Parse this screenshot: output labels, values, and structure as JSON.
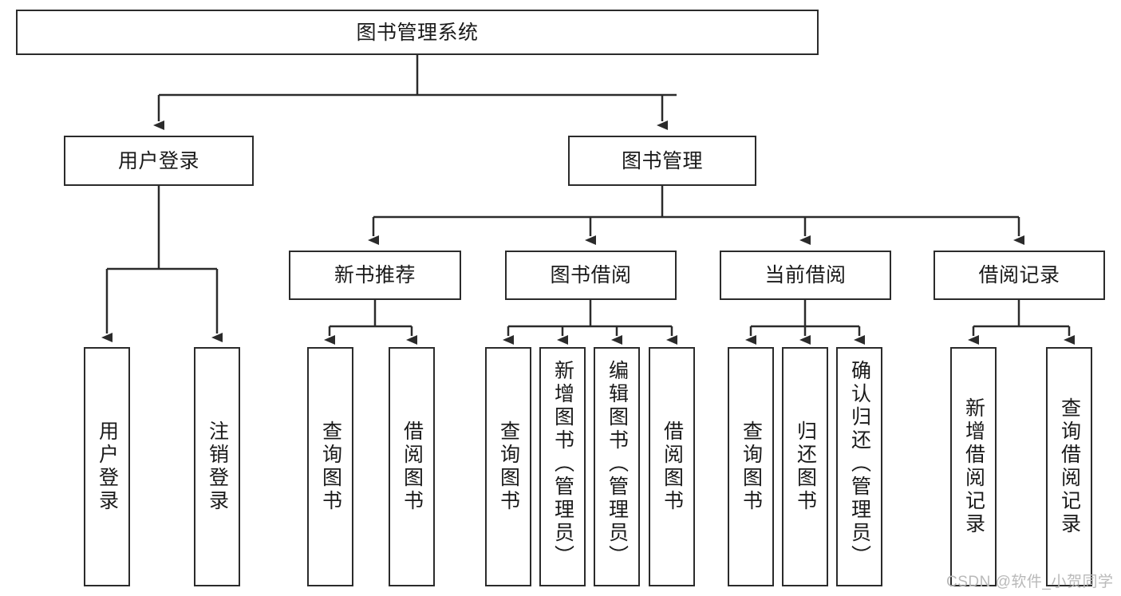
{
  "diagram": {
    "title": "图书管理系统",
    "type": "tree",
    "root": {
      "label": "图书管理系统"
    },
    "level2": [
      {
        "label": "用户登录"
      },
      {
        "label": "图书管理"
      }
    ],
    "level3": [
      {
        "label": "新书推荐"
      },
      {
        "label": "图书借阅"
      },
      {
        "label": "当前借阅"
      },
      {
        "label": "借阅记录"
      }
    ],
    "leaves": {
      "user_login": [
        {
          "label": "用户登录"
        },
        {
          "label": "注销登录"
        }
      ],
      "new_book": [
        {
          "label": "查询图书"
        },
        {
          "label": "借阅图书"
        }
      ],
      "borrow_book": [
        {
          "label": "查询图书"
        },
        {
          "label": "新增图书（管理员）"
        },
        {
          "label": "编辑图书（管理员）"
        },
        {
          "label": "借阅图书"
        }
      ],
      "current_borrow": [
        {
          "label": "查询图书"
        },
        {
          "label": "归还图书"
        },
        {
          "label": "确认归还（管理员）"
        }
      ],
      "borrow_record": [
        {
          "label": "新增借阅记录"
        },
        {
          "label": "查询借阅记录"
        }
      ]
    }
  },
  "watermark": {
    "text": "CSDN @软件_小贺同学"
  },
  "colors": {
    "stroke": "#2b2b2b",
    "fill": "#ffffff",
    "text": "#1a1a1a",
    "watermark": "#b9b9b9"
  }
}
